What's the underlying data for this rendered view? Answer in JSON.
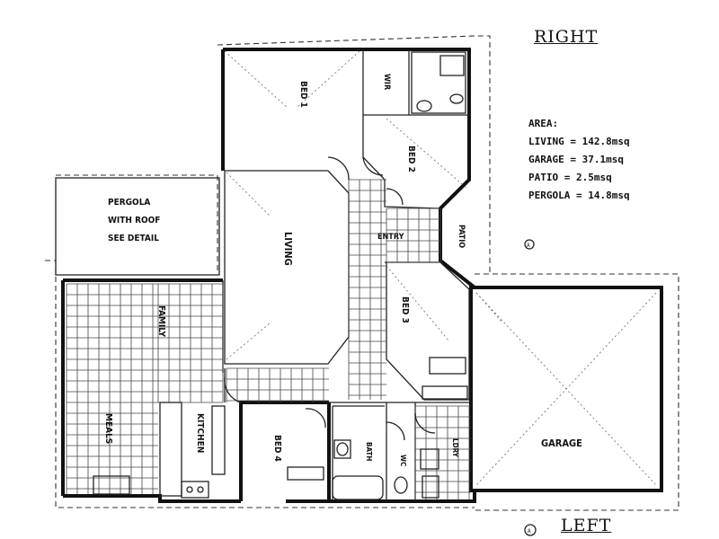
{
  "orientation": {
    "top": "RIGHT",
    "bottom": "LEFT"
  },
  "area_schedule": {
    "heading": "AREA:",
    "rows": [
      "LIVING = 142.8msq",
      "GARAGE = 37.1msq",
      "PATIO = 2.5msq",
      "PERGOLA = 14.8msq"
    ]
  },
  "rooms": {
    "bed1": "BED 1",
    "wir": "WIR",
    "bed2": "BED 2",
    "bed3": "BED 3",
    "bed4": "BED 4",
    "living": "LIVING",
    "entry": "ENTRY",
    "patio": "PATIO",
    "family": "FAMILY",
    "meals": "MEALS",
    "kitchen": "KITCHEN",
    "garage": "GARAGE",
    "bath": "BATH",
    "wc": "WC",
    "ldry": "LDRY",
    "pergola_1": "PERGOLA",
    "pergola_2": "WITH ROOF",
    "pergola_3": "SEE DETAIL"
  },
  "section_marks": [
    "A",
    "A"
  ],
  "colors": {
    "ink": "#111111",
    "paper": "#ffffff"
  }
}
